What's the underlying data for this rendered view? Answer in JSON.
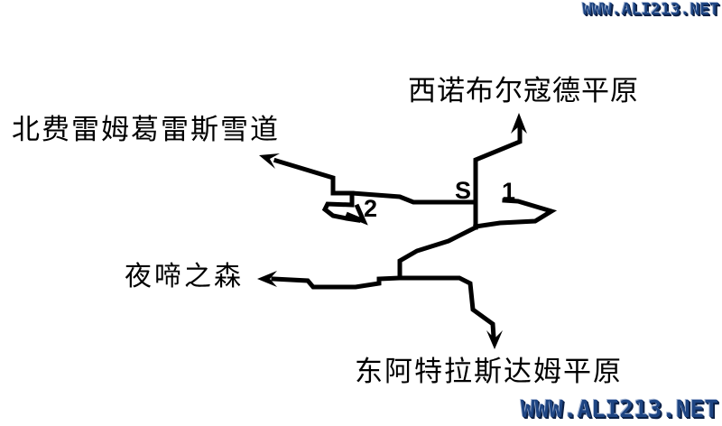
{
  "map": {
    "destinations": {
      "north": "西诺布尔寇德平原",
      "northwest": "北费雷姆葛雷斯雪道",
      "west": "夜啼之森",
      "south": "东阿特拉斯达姆平原"
    },
    "markers": {
      "start": "S",
      "exit1": "1",
      "exit2": "2"
    }
  },
  "watermark": {
    "text": "WWW.ALI213.NET"
  },
  "colors": {
    "background": "#ffffff",
    "line": "#000000",
    "watermark_fill": "#1e4583",
    "watermark_shadow": "#0c2147",
    "watermark_highlight": "#a9b9d6"
  }
}
